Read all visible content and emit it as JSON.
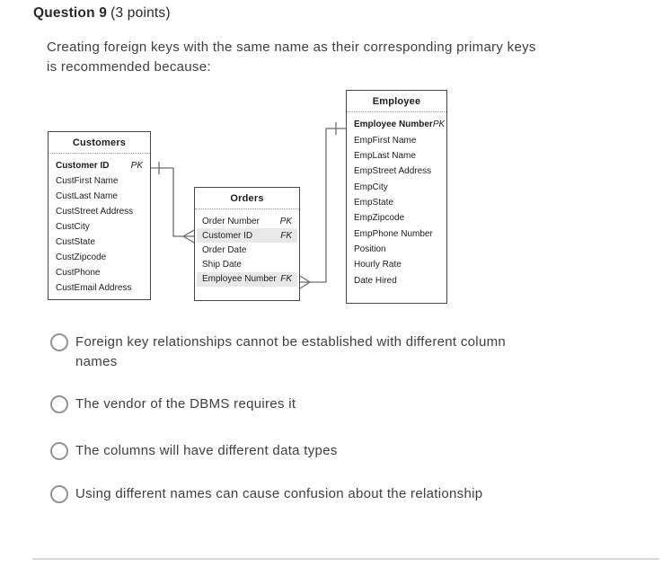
{
  "header": {
    "title": "Question 9",
    "points": "(3 points)"
  },
  "question": {
    "line1": "Creating foreign keys with the same name as their corresponding primary keys",
    "line2": "is recommended because:"
  },
  "diagram": {
    "tables": {
      "customers": {
        "title": "Customers",
        "rows": [
          {
            "name": "Customer ID",
            "key": "PK"
          },
          {
            "name": "CustFirst Name",
            "key": ""
          },
          {
            "name": "CustLast Name",
            "key": ""
          },
          {
            "name": "CustStreet Address",
            "key": ""
          },
          {
            "name": "CustCity",
            "key": ""
          },
          {
            "name": "CustState",
            "key": ""
          },
          {
            "name": "CustZipcode",
            "key": ""
          },
          {
            "name": "CustPhone",
            "key": ""
          },
          {
            "name": "CustEmail Address",
            "key": ""
          }
        ]
      },
      "orders": {
        "title": "Orders",
        "rows": [
          {
            "name": "Order Number",
            "key": "PK"
          },
          {
            "name": "Customer ID",
            "key": "FK"
          },
          {
            "name": "Order Date",
            "key": ""
          },
          {
            "name": "Ship Date",
            "key": ""
          },
          {
            "name": "Employee Number",
            "key": "FK"
          }
        ]
      },
      "employee": {
        "title": "Employee",
        "rows": [
          {
            "name": "Employee Number",
            "key": "PK"
          },
          {
            "name": "EmpFirst Name",
            "key": ""
          },
          {
            "name": "EmpLast Name",
            "key": ""
          },
          {
            "name": "EmpStreet Address",
            "key": ""
          },
          {
            "name": "EmpCity",
            "key": ""
          },
          {
            "name": "EmpState",
            "key": ""
          },
          {
            "name": "EmpZipcode",
            "key": ""
          },
          {
            "name": "EmpPhone Number",
            "key": ""
          },
          {
            "name": "Position",
            "key": ""
          },
          {
            "name": "Hourly Rate",
            "key": ""
          },
          {
            "name": "Date Hired",
            "key": ""
          }
        ]
      }
    }
  },
  "options": [
    {
      "label": "Foreign key relationships cannot be established with different column names"
    },
    {
      "label": "The vendor of the DBMS requires it"
    },
    {
      "label": "The columns will have different data types"
    },
    {
      "label": "Using different names can cause confusion about the relationship"
    }
  ],
  "colors": {
    "row_highlight": "#e8e8e8",
    "connector": "#6e6e6e",
    "divider": "#d5dadd",
    "radio_border": "#8f9498"
  }
}
